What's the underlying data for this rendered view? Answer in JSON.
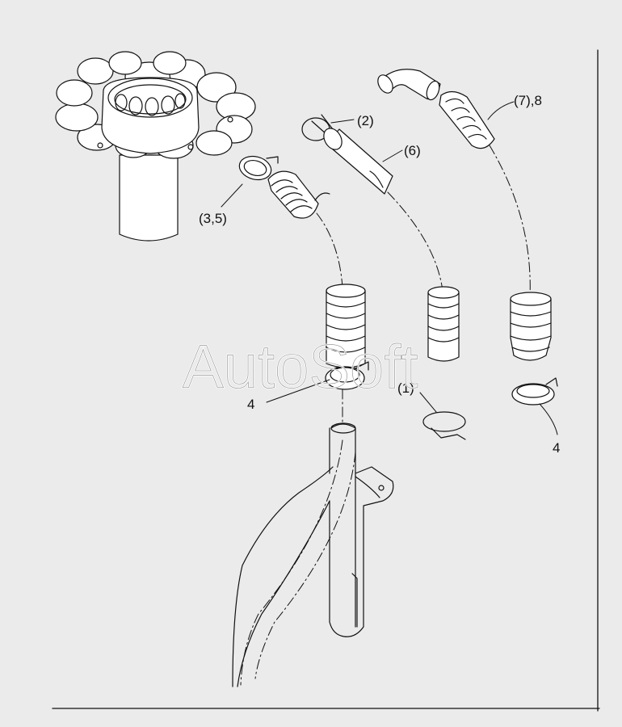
{
  "labels": {
    "l2": "(2)",
    "l6": "(6)",
    "l78": "(7),8",
    "l35": "(3,5)",
    "l4a": "4",
    "l1": "(1)",
    "l4b": "4"
  },
  "watermark": "AutoSoft",
  "colors": {
    "background": "#ebebeb",
    "line": "#111111",
    "part_fill": "#ffffff"
  }
}
